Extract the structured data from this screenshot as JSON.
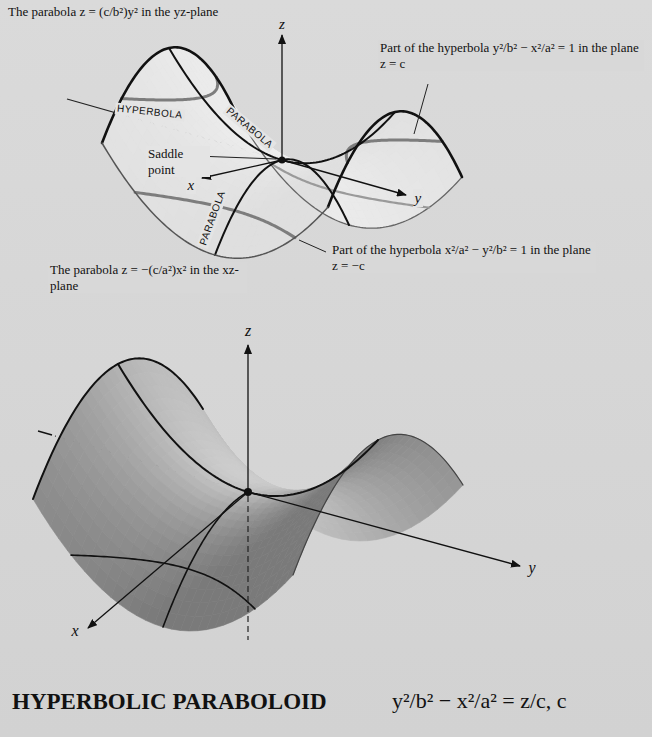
{
  "diagram": {
    "title": "HYPERBOLIC PARABOLOID",
    "labels": [
      "The parabola z = (c/b²)y² in the yz-plane",
      "z",
      "Part of the hyperbola y²/b² − x²/a² = 1 in the plane z = c",
      "HYPERBOLA",
      "PARABOLA",
      "Saddle point",
      "y",
      "x",
      "PARABOLA",
      "Part of the hyperbola x²/a² − y²/b² = 1 in the plane z = −c",
      "The parabola z = −(c/a²)x² in the xz-plane",
      "z",
      "y",
      "x",
      "y²/b² − x²/a² = z/c, c"
    ]
  }
}
